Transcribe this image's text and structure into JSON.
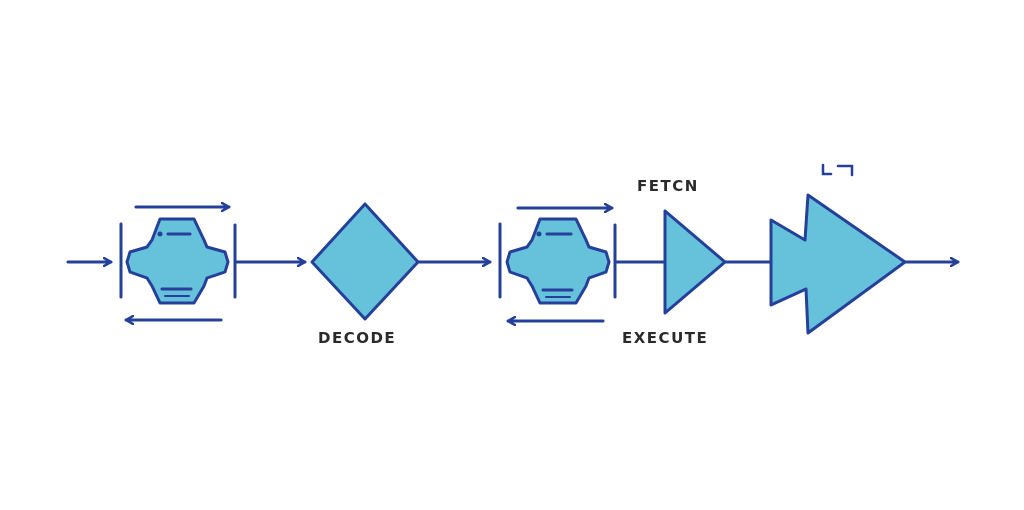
{
  "labels": {
    "decode": "DECODE",
    "fetch": "FETCN",
    "execute": "EXECUTE"
  },
  "colors": {
    "stroke": "#24409a",
    "fill": "#66c1db",
    "fill_light": "#79cce3",
    "text": "#2a2a2a",
    "background": "#ffffff"
  }
}
